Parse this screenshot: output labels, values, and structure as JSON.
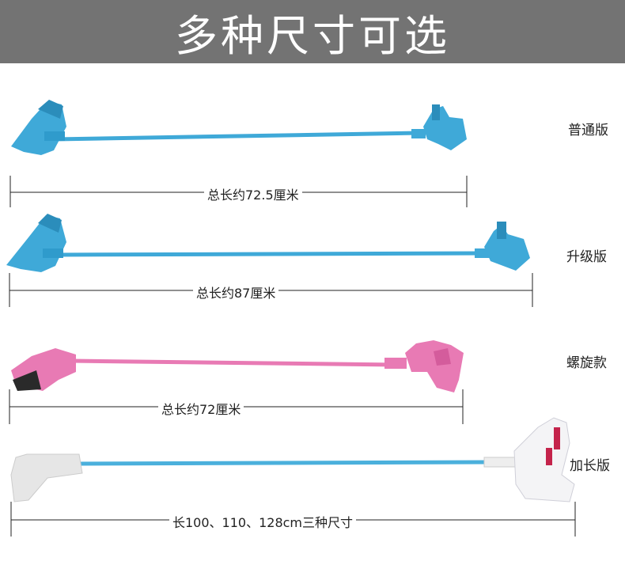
{
  "banner": {
    "title": "多种尺寸可选"
  },
  "products": [
    {
      "version": "普通版",
      "length_text": "总长约72.5厘米",
      "color": "#3fa9d8"
    },
    {
      "version": "升级版",
      "length_text": "总长约87厘米",
      "color": "#3fa9d8"
    },
    {
      "version": "螺旋款",
      "length_text": "总长约72厘米",
      "color": "#e87ab4"
    },
    {
      "version": "加长版",
      "length_text": "长100、110、128cm三种尺寸",
      "color": "#4bb0dc"
    }
  ]
}
